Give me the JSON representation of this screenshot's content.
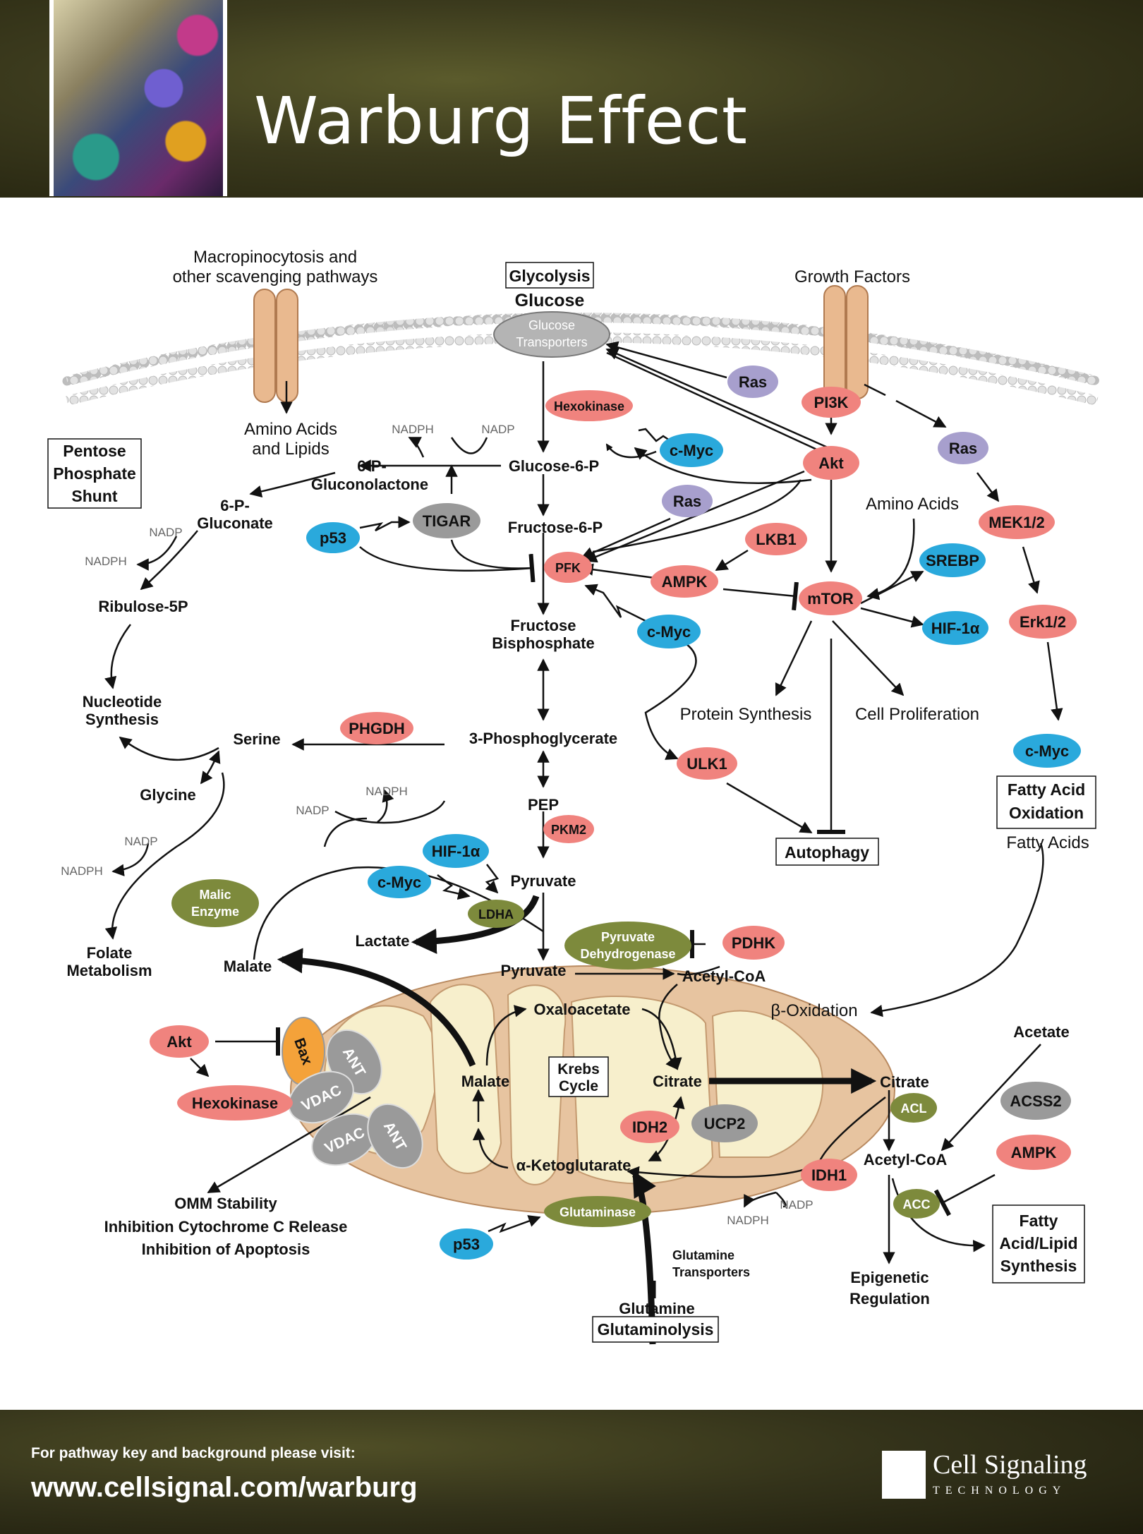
{
  "title": "Warburg Effect",
  "colors": {
    "red_node": "#f0837e",
    "blue_node": "#2aa9dc",
    "purple_node": "#a79fcd",
    "green_node": "#7d8a3c",
    "gray_node": "#9a9a9a",
    "orange_node": "#f4a23a",
    "mitochondria_outer": "#e8c6a0",
    "mitochondria_inner": "#f7f0cf"
  },
  "membrane_labels": {
    "scavenging": "Macropinocytosis and",
    "scavenging2": "other scavenging pathways",
    "growth_factors": "Growth Factors",
    "glucose": "Glucose",
    "amino_lipids": "Amino Acids",
    "amino_lipids2": "and Lipids"
  },
  "boxes": {
    "glycolysis": "Glycolysis",
    "pps1": "Pentose",
    "pps2": "Phosphate",
    "pps3": "Shunt",
    "autophagy": "Autophagy",
    "fao1": "Fatty Acid",
    "fao2": "Oxidation",
    "krebs1": "Krebs",
    "krebs2": "Cycle",
    "fals1": "Fatty",
    "fals2": "Acid/Lipid",
    "fals3": "Synthesis",
    "glutaminolysis": "Glutaminolysis"
  },
  "nodes": {
    "glucose_transporters1": "Glucose",
    "glucose_transporters2": "Transporters",
    "ras_top": "Ras",
    "hexokinase": "Hexokinase",
    "cmyc_hk": "c-Myc",
    "pi3k": "PI3K",
    "akt": "Akt",
    "ras_right": "Ras",
    "ras_mid": "Ras",
    "tigar": "TIGAR",
    "p53_top": "p53",
    "pfk": "PFK",
    "lkb1": "LKB1",
    "ampk_mid": "AMPK",
    "mtor": "mTOR",
    "srebp": "SREBP",
    "hif_mid": "HIF-1α",
    "cmyc_mid": "c-Myc",
    "mek": "MEK1/2",
    "erk": "Erk1/2",
    "cmyc_right": "c-Myc",
    "phgdh": "PHGDH",
    "ulk1": "ULK1",
    "pkm2": "PKM2",
    "hif_low": "HIF-1α",
    "cmyc_low": "c-Myc",
    "ldha": "LDHA",
    "malic1": "Malic",
    "malic2": "Enzyme",
    "pdh1": "Pyruvate",
    "pdh2": "Dehydrogenase",
    "pdhk": "PDHK",
    "akt_low": "Akt",
    "bax": "Bax",
    "ant1": "ANT",
    "ant2": "ANT",
    "vdac1": "VDAC",
    "vdac2": "VDAC",
    "hexokinase_low": "Hexokinase",
    "idh2": "IDH2",
    "ucp2": "UCP2",
    "idh1": "IDH1",
    "acl": "ACL",
    "acss2": "ACSS2",
    "ampk_low": "AMPK",
    "acc": "ACC",
    "glutaminase": "Glutaminase",
    "p53_low": "p53"
  },
  "metabolites": {
    "g6p": "Glucose-6-P",
    "f6p": "Fructose-6-P",
    "fbp1": "Fructose",
    "fbp2": "Bisphosphate",
    "pg3": "3-Phosphoglycerate",
    "pep": "PEP",
    "pyruvate": "Pyruvate",
    "lactate": "Lactate",
    "pgl1": "6-P-",
    "pgl2": "Gluconolactone",
    "pgc1": "6-P-",
    "pgc2": "Gluconate",
    "ribulose": "Ribulose-5P",
    "nuc1": "Nucleotide",
    "nuc2": "Synthesis",
    "serine": "Serine",
    "glycine": "Glycine",
    "folate1": "Folate",
    "folate2": "Metabolism",
    "malate_out": "Malate",
    "pyruvate_mito": "Pyruvate",
    "acoa_mito": "Acetyl-CoA",
    "oaa": "Oxaloacetate",
    "malate_mito": "Malate",
    "citrate_mito": "Citrate",
    "akg": "α-Ketoglutarate",
    "citrate_out": "Citrate",
    "acoa_out": "Acetyl-CoA",
    "acetate": "Acetate",
    "epi1": "Epigenetic",
    "epi2": "Regulation",
    "glutamine": "Glutamine",
    "gt1": "Glutamine",
    "gt2": "Transporters",
    "amino_acids": "Amino Acids",
    "protein_synthesis": "Protein Synthesis",
    "cell_prolif": "Cell Proliferation",
    "fatty_acids": "Fatty Acids",
    "beta_ox": "β-Oxidation",
    "omm1": "OMM Stability",
    "omm2": "Inhibition Cytochrome C Release",
    "omm3": "Inhibition of Apoptosis"
  },
  "cofactors": {
    "nadph_a": "NADPH",
    "nadp_a": "NADP",
    "nadp_b": "NADP",
    "nadph_b": "NADPH",
    "nadph_c": "NADPH",
    "nadp_c": "NADP",
    "nadp_d": "NADP",
    "nadph_d": "NADPH",
    "nadp_e": "NADP",
    "nadph_e": "NADPH"
  },
  "footer": {
    "visit": "For pathway key and background please visit:",
    "url": "www.cellsignal.com/warburg",
    "brand": "Cell Signaling",
    "brand_sub": "TECHNOLOGY"
  }
}
